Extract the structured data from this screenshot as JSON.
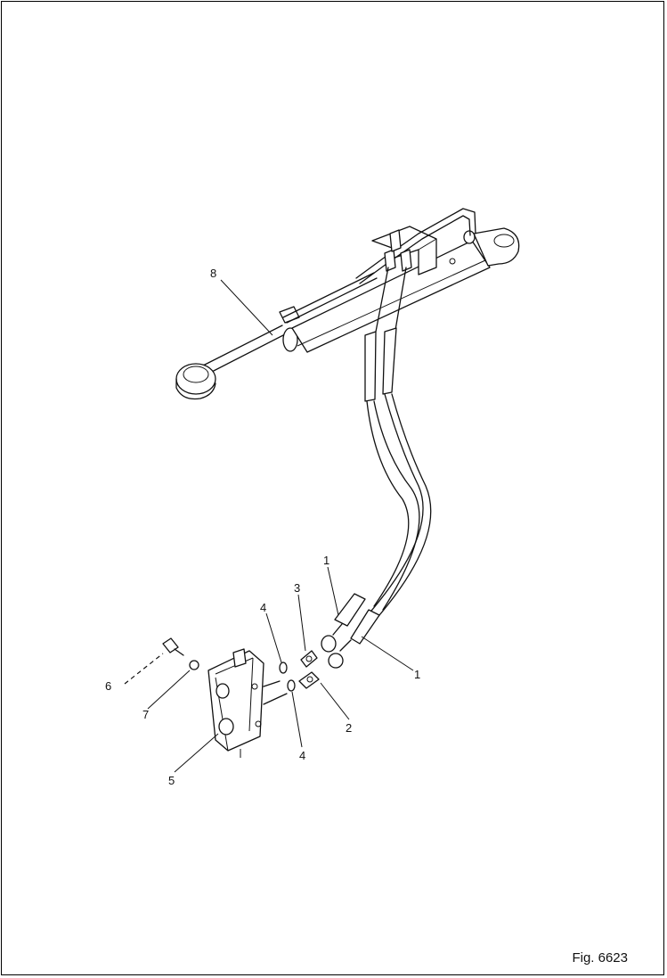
{
  "figure": {
    "label": "Fig. 6623"
  },
  "callouts": {
    "c1a": "1",
    "c1b": "1",
    "c2": "2",
    "c3": "3",
    "c4a": "4",
    "c4b": "4",
    "c5": "5",
    "c6": "6",
    "c7": "7",
    "c8": "8"
  }
}
